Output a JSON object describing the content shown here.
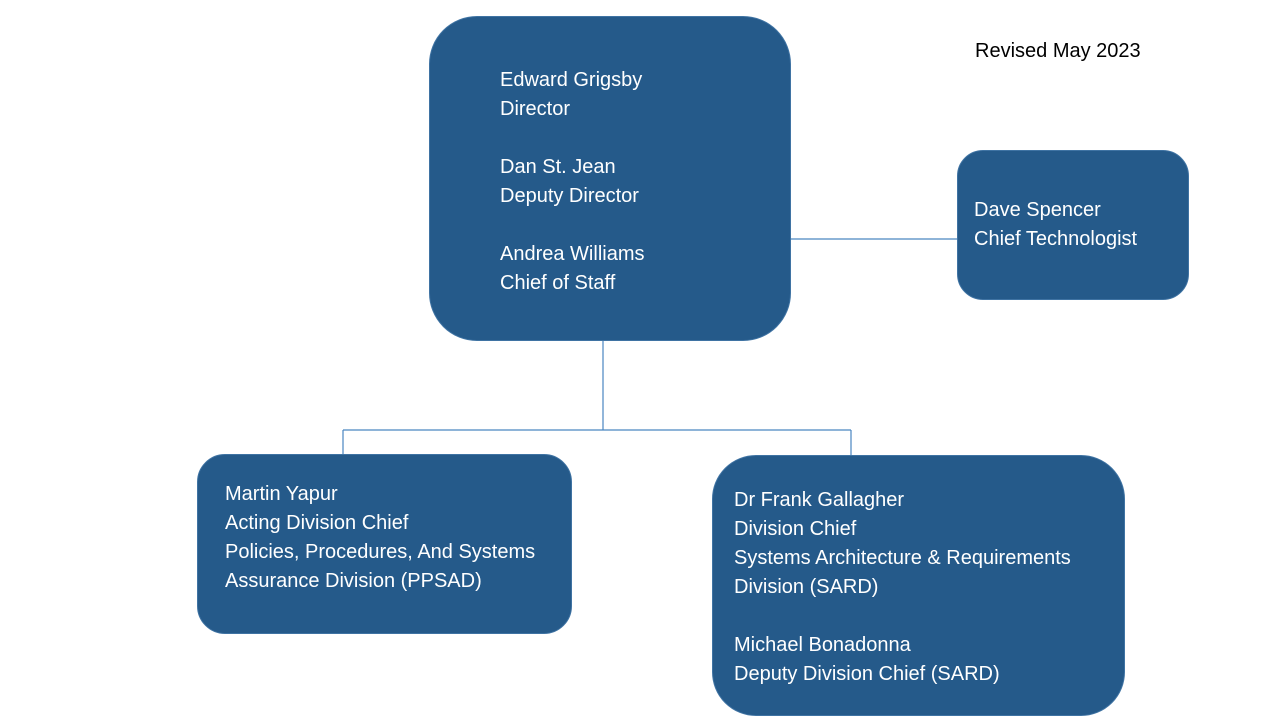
{
  "revised_note": "Revised May 2023",
  "nodes": {
    "leadership": [
      "Edward Grigsby",
      "Director",
      "",
      "Dan St. Jean",
      "Deputy Director",
      "",
      "Andrea Williams",
      "Chief of Staff"
    ],
    "chief_technologist": [
      "Dave Spencer",
      "Chief Technologist"
    ],
    "ppsad": [
      "Martin Yapur",
      "Acting Division Chief",
      "Policies, Procedures, And Systems",
      "Assurance Division (PPSAD)"
    ],
    "sard": [
      "Dr Frank Gallagher",
      "Division Chief",
      "Systems Architecture & Requirements",
      "Division (SARD)",
      "",
      "Michael Bonadonna",
      "Deputy Division Chief (SARD)"
    ]
  },
  "colors": {
    "box_fill": "#255a8a",
    "box_border": "#3f73a3",
    "connector": "#4a86c0",
    "box_text": "#ffffff"
  }
}
